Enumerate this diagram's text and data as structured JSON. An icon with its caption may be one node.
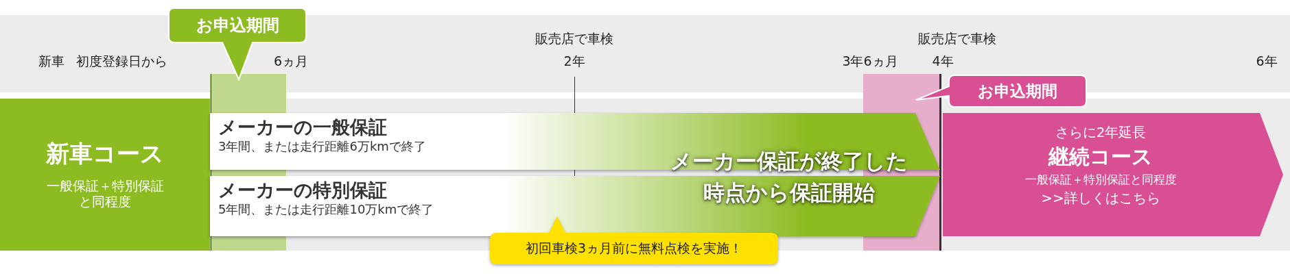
{
  "diagram": {
    "nodes": [
      {
        "text": [
          "新車コース",
          "一般保証＋特別保証と同程度"
        ]
      },
      {
        "text": [
          "メーカーの一般保証",
          "3年間、または走行距離6万kmで終了"
        ]
      },
      {
        "text": [
          "メーカーの特別保証",
          "5年間、または走行距離10万kmで終了"
        ]
      },
      {
        "text": [
          "さらに2年延長",
          "継続コース",
          "一般保証＋特別保証と同程度",
          ">>詳しくはこちら"
        ]
      },
      {
        "text": [
          "お申込期間"
        ]
      },
      {
        "text": [
          "お申込期間"
        ]
      },
      {
        "text": [
          "初回車検3ヵ月前に無料点検を実施！"
        ]
      }
    ],
    "labels": [
      "新車 初度登録日から",
      "6ヵ月",
      "販売店で車検",
      "2年",
      "販売店で車検",
      "3年6ヵ月",
      "4年",
      "6年",
      "メーカー保証が終了した時点から保証開始"
    ]
  }
}
